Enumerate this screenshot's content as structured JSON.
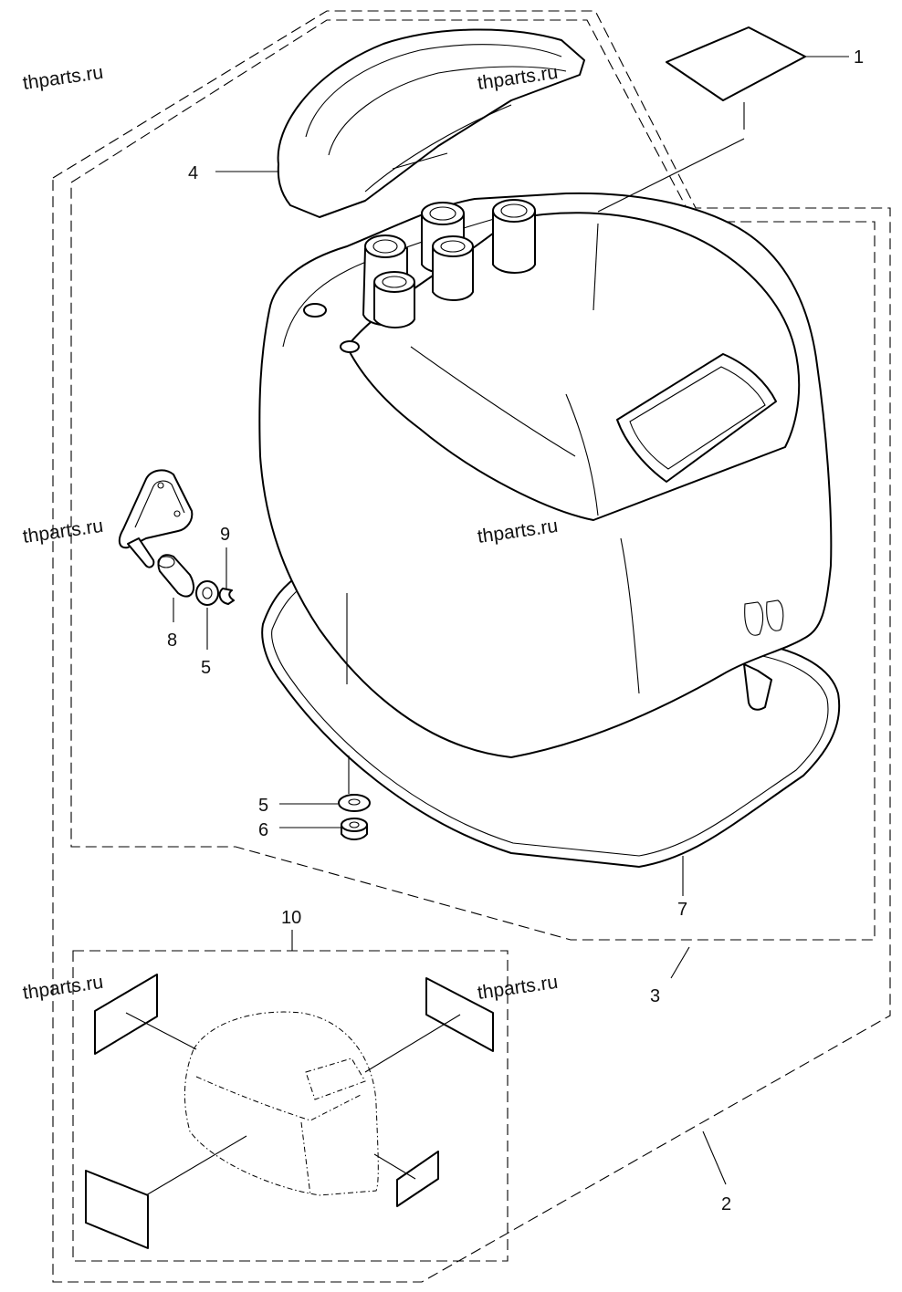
{
  "watermark": "thparts.ru",
  "callouts": {
    "c1": "1",
    "c2": "2",
    "c3": "3",
    "c4": "4",
    "c5a": "5",
    "c5b": "5",
    "c6": "6",
    "c7": "7",
    "c8": "8",
    "c9": "9",
    "c10": "10"
  },
  "colors": {
    "ink": "#000000",
    "paper": "#ffffff"
  }
}
